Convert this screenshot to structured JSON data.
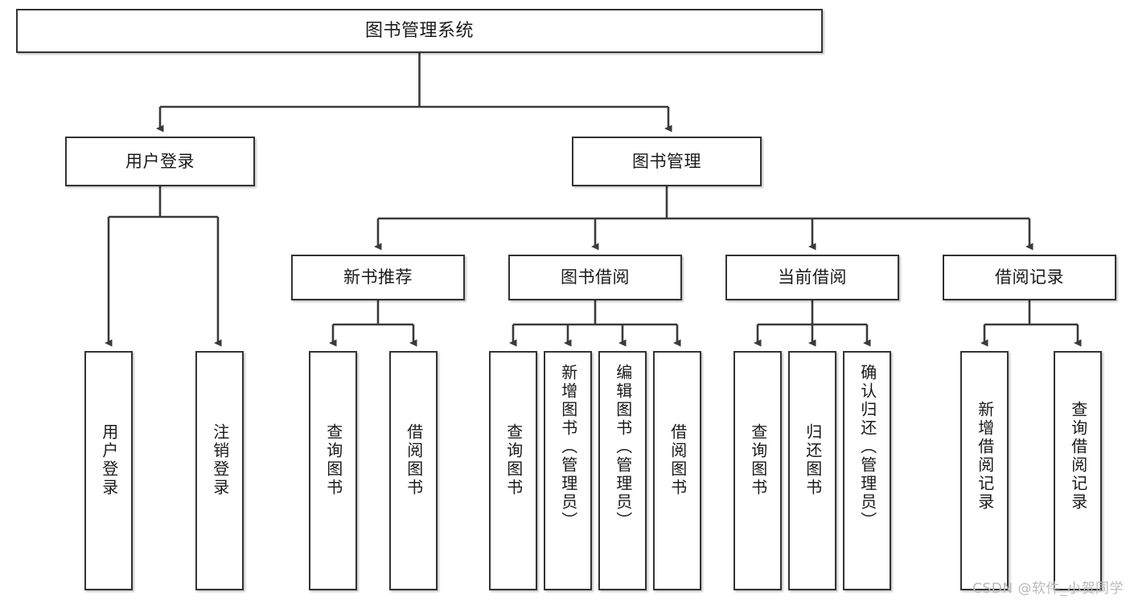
{
  "diagram": {
    "title_node": {
      "label": "图书管理系统"
    },
    "level2": [
      {
        "label": "用户登录"
      },
      {
        "label": "图书管理"
      }
    ],
    "level3": [
      {
        "label": "新书推荐"
      },
      {
        "label": "图书借阅"
      },
      {
        "label": "当前借阅"
      },
      {
        "label": "借阅记录"
      }
    ],
    "leaves": {
      "user_login": [
        {
          "label": "用户登录"
        },
        {
          "label": "注销登录"
        }
      ],
      "new_book_recommend": [
        {
          "label": "查询图书"
        },
        {
          "label": "借阅图书"
        }
      ],
      "book_borrow": [
        {
          "label": "查询图书"
        },
        {
          "label": "新增图书（管理员）"
        },
        {
          "label": "编辑图书（管理员）"
        },
        {
          "label": "借阅图书"
        }
      ],
      "current_borrow": [
        {
          "label": "查询图书"
        },
        {
          "label": "归还图书"
        },
        {
          "label": "确认归还（管理员）"
        }
      ],
      "borrow_record": [
        {
          "label": "新增借阅记录"
        },
        {
          "label": "查询借阅记录"
        }
      ]
    }
  },
  "watermark": {
    "text": "CSDN @软件_小贺同学"
  },
  "colors": {
    "box_border": "#333333",
    "connector": "#3a3a3a",
    "text": "#1a1a1a",
    "background": "#ffffff",
    "watermark": "#b9b9b9"
  }
}
